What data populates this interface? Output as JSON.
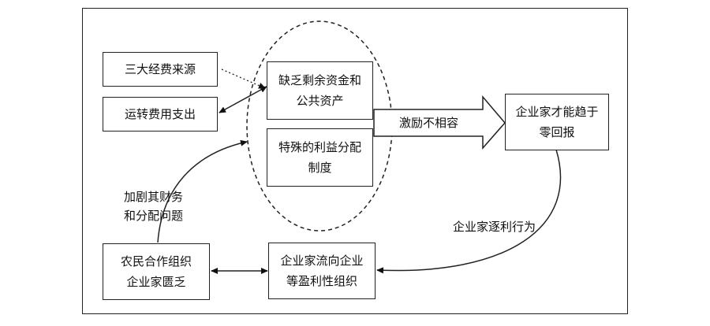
{
  "nodes": {
    "three_sources": "三大经费来源",
    "operating_costs": "运转费用支出",
    "lack_funds": [
      "缺乏剩余资金和",
      "公共资产"
    ],
    "special_distribution": [
      "特殊的利益分配",
      "制度"
    ],
    "zero_return": [
      "企业家才能趋于",
      "零回报"
    ],
    "lack_entrepreneur": [
      "农民合作组织",
      "企业家匮乏"
    ],
    "entrepreneur_flow": [
      "企业家流向企业",
      "等盈利性组织"
    ]
  },
  "edge_labels": {
    "incentive_mismatch": "激励不相容",
    "profit_seeking": "企业家逐利行为",
    "aggravate": [
      "加剧其财务",
      "和分配问题"
    ]
  }
}
